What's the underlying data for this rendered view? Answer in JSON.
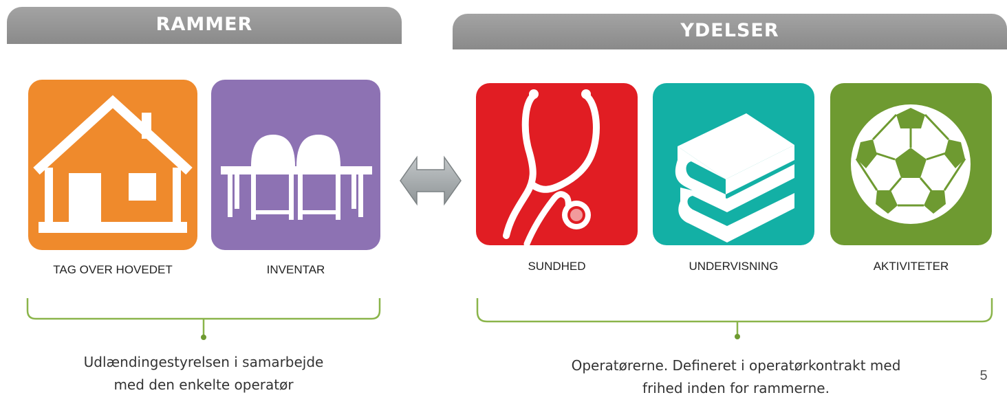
{
  "left_section": {
    "header": "RAMMER",
    "items": [
      {
        "label": "TAG OVER HOVEDET",
        "icon": "house-icon",
        "color": "#ef8a2c"
      },
      {
        "label": "INVENTAR",
        "icon": "chairs-icon",
        "color": "#8d72b3"
      }
    ],
    "caption_line1": "Udlændingestyrelsen i samarbejde",
    "caption_line2": "med den enkelte operatør"
  },
  "right_section": {
    "header": "YDELSER",
    "items": [
      {
        "label": "SUNDHED",
        "icon": "stethoscope-icon",
        "color": "#e11d23"
      },
      {
        "label": "UNDERVISNING",
        "icon": "books-icon",
        "color": "#13b0a5"
      },
      {
        "label": "AKTIVITETER",
        "icon": "football-icon",
        "color": "#6e9a31"
      }
    ],
    "caption_line1": "Operatørerne. Defineret i operatørkontrakt med",
    "caption_line2": "frihed inden for rammerne."
  },
  "connector": {
    "icon": "double-arrow-icon"
  },
  "page_number": "5",
  "colors": {
    "header": "#8a8a8a",
    "brace": "#8ab44a",
    "arrow": "#9aa0a3"
  }
}
